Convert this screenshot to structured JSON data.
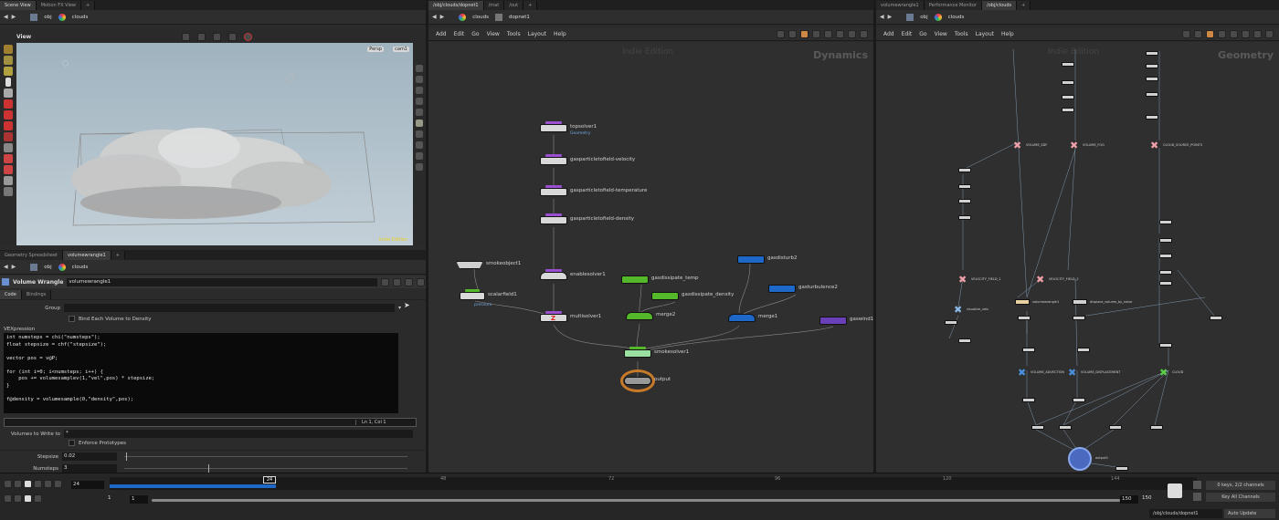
{
  "left_pane": {
    "tabs": [
      "Scene View",
      "Motion FX View"
    ],
    "path": {
      "level": "obj",
      "node": "clouds"
    },
    "viewport": {
      "label": "View",
      "camera_menu": "Persp",
      "camera": "cam1",
      "watermark": "Indie Edition"
    }
  },
  "param_pane": {
    "tabs": [
      "Geometry Spreadsheet",
      "volumewrangle1"
    ],
    "path": {
      "level": "obj",
      "node": "clouds"
    },
    "node_type": "Volume Wrangle",
    "node_name": "volumewrangle1",
    "subtabs": [
      "Code",
      "Bindings"
    ],
    "group_label": "Group",
    "bind_label": "Bind Each Volume to Density",
    "vex_label": "VEXpression",
    "code_lines": [
      "int numsteps = chi(\"numsteps\");",
      "float stepsize = chf(\"stepsize\");",
      "",
      "vector pos = v@P;",
      "",
      "for (int i=0; i<numsteps; i++) {",
      "    pos += volumesamplev(1,\"vel\",pos) * stepsize;",
      "}",
      "",
      "f@density = volumesample(0,\"density\",pos);"
    ],
    "cursor_pos": "Ln 1, Col 1",
    "volumes_label": "Volumes to Write to",
    "volumes_value": "*",
    "enforce_label": "Enforce Prototypes",
    "stepsize_label": "Stepsize",
    "stepsize_value": "0.02",
    "numsteps_label": "Numsteps",
    "numsteps_value": "3"
  },
  "mid_pane": {
    "tabs": [
      "/obj/clouds/dopnet1",
      "/mat",
      "/out"
    ],
    "path": {
      "level": "clouds",
      "node": "dopnet1"
    },
    "menu": [
      "Add",
      "Edit",
      "Go",
      "View",
      "Tools",
      "Layout",
      "Help"
    ],
    "watermark": "Indie Edition",
    "context": "Dynamics",
    "nodes": [
      {
        "name": "topsolver1",
        "sub": "Geometry"
      },
      {
        "name": "gasparticletofield-velocity",
        "sub": ""
      },
      {
        "name": "gasparticletofield-temperature",
        "sub": ""
      },
      {
        "name": "gasparticletofield-density",
        "sub": ""
      },
      {
        "name": "smokeobject1",
        "sub": ""
      },
      {
        "name": "scalarfield1",
        "sub": "pressure"
      },
      {
        "name": "enablesolver1",
        "sub": ""
      },
      {
        "name": "multisolver1",
        "sub": ""
      },
      {
        "name": "gasdissipate_temp",
        "sub": ""
      },
      {
        "name": "gasdissipate_density",
        "sub": ""
      },
      {
        "name": "merge2",
        "sub": ""
      },
      {
        "name": "gasdisturb2",
        "sub": ""
      },
      {
        "name": "gasturbulence2",
        "sub": ""
      },
      {
        "name": "merge1",
        "sub": ""
      },
      {
        "name": "gaswind1",
        "sub": ""
      },
      {
        "name": "smokesolver1",
        "sub": ""
      },
      {
        "name": "output",
        "sub": ""
      }
    ]
  },
  "right_pane": {
    "tabs": [
      "volumewrangle1",
      "Performance Monitor",
      "/obj/clouds"
    ],
    "path": {
      "level": "obj",
      "node": "clouds"
    },
    "menu": [
      "Add",
      "Edit",
      "Go",
      "View",
      "Tools",
      "Layout",
      "Help"
    ],
    "watermark": "Indie Edition",
    "context": "Geometry",
    "labels": {
      "volume_sdf": "VOLUME_SDF",
      "volume_fog": "VOLUME_FOG",
      "cloud_points": "CLOUD_SOURCE_POINTS",
      "velocity_field_1": "VELOCITY_FIELD_1",
      "velocity_field_2": "VELOCITY_FIELD_2",
      "volume_advection": "VOLUME_ADVECTION",
      "volume_displacement": "VOLUME_DISPLACEMENT",
      "cloud": "CLOUD",
      "volumewrangle1": "volumewrangle1",
      "displace_volume": "displace_volume_by_noise",
      "visualize": "visualize_vels",
      "output": "output0"
    }
  },
  "timeline": {
    "current_frame": "24",
    "range_start": "1",
    "range_start2": "1",
    "range_end": "150",
    "range_end2": "150",
    "ticks": [
      "24",
      "48",
      "72",
      "96",
      "120",
      "144"
    ],
    "keys_label": "0 keys, 2/2 channels",
    "key_all": "Key All Channels"
  },
  "statusbar": {
    "path": "/obj/clouds/dopnet1",
    "auto_update": "Auto Update"
  },
  "colors": {
    "purple": "#9a4fd0",
    "green": "#55b82a",
    "blue": "#1e68c8",
    "darkpurple": "#6a40b8",
    "orange": "#c87a28"
  }
}
